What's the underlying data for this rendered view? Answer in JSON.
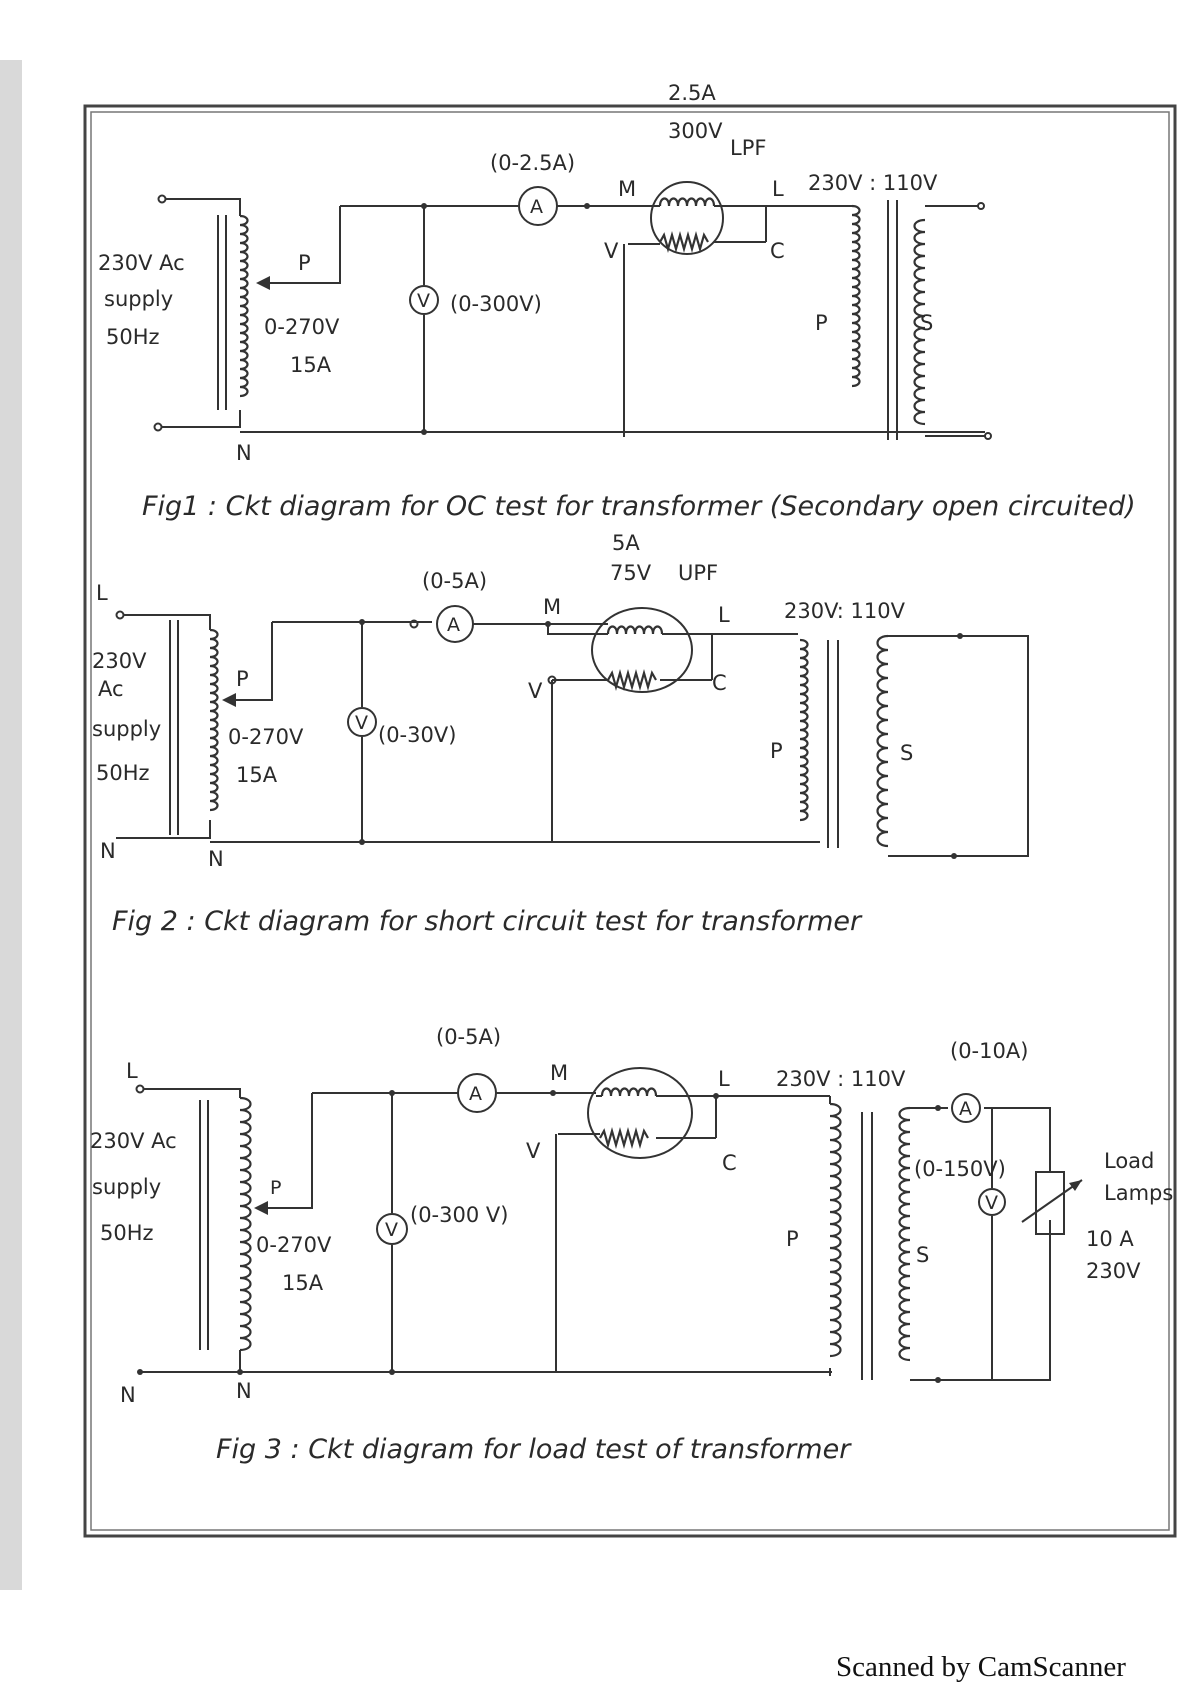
{
  "footer": {
    "watermark": "Scanned by CamScanner"
  },
  "fig1": {
    "caption": "Fig1 : Ckt diagram for OC test for transformer (Secondary open circuited)",
    "supply": [
      "230V Ac",
      "supply",
      "50Hz"
    ],
    "autotransformer": {
      "tap": "P",
      "range": "0-270V",
      "current": "15A",
      "neutral": "N"
    },
    "ammeter": {
      "symbol": "A",
      "range": "(0-2.5A)"
    },
    "voltmeter": {
      "symbol": "V",
      "range": "(0-300V)"
    },
    "wattmeter": {
      "rating_current": "2.5A",
      "rating_voltage": "300V",
      "pf": "LPF",
      "terminals": {
        "m": "M",
        "l": "L",
        "v": "V",
        "c": "C"
      }
    },
    "transformer": {
      "ratio": "230V : 110V",
      "primary": "P",
      "secondary": "S"
    }
  },
  "fig2": {
    "caption": "Fig 2 : Ckt diagram for short circuit test for transformer",
    "supply": [
      "230V",
      "Ac",
      "supply",
      "50Hz"
    ],
    "line": "L",
    "neutral_left": "N",
    "autotransformer": {
      "tap": "P",
      "range": "0-270V",
      "current": "15A",
      "neutral": "N"
    },
    "ammeter": {
      "symbol": "A",
      "range": "(0-5A)"
    },
    "voltmeter": {
      "symbol": "V",
      "range": "(0-30V)"
    },
    "wattmeter": {
      "rating_current": "5A",
      "rating_voltage": "75V",
      "pf": "UPF",
      "terminals": {
        "m": "M",
        "l": "L",
        "v": "V",
        "c": "C"
      }
    },
    "transformer": {
      "ratio": "230V: 110V",
      "primary": "P",
      "secondary": "S"
    }
  },
  "fig3": {
    "caption": "Fig 3 : Ckt diagram for load test of transformer",
    "supply": [
      "230V Ac",
      "supply",
      "50Hz"
    ],
    "line": "L",
    "neutral_left": "N",
    "autotransformer": {
      "tap": "P",
      "range": "0-270V",
      "current": "15A",
      "neutral": "N"
    },
    "ammeter": {
      "symbol": "A",
      "range": "(0-5A)"
    },
    "voltmeter": {
      "symbol": "V",
      "range": "(0-300 V)"
    },
    "wattmeter": {
      "terminals": {
        "m": "M",
        "l": "L",
        "v": "V",
        "c": "C"
      }
    },
    "transformer": {
      "ratio": "230V : 110V",
      "primary": "P",
      "secondary": "S"
    },
    "load_ammeter": {
      "symbol": "A",
      "range": "(0-10A)"
    },
    "load_voltmeter": {
      "symbol": "V",
      "range": "(0-150V)"
    },
    "load": {
      "name": [
        "Load",
        "Lamps"
      ],
      "current": "10 A",
      "voltage": "230V"
    }
  }
}
